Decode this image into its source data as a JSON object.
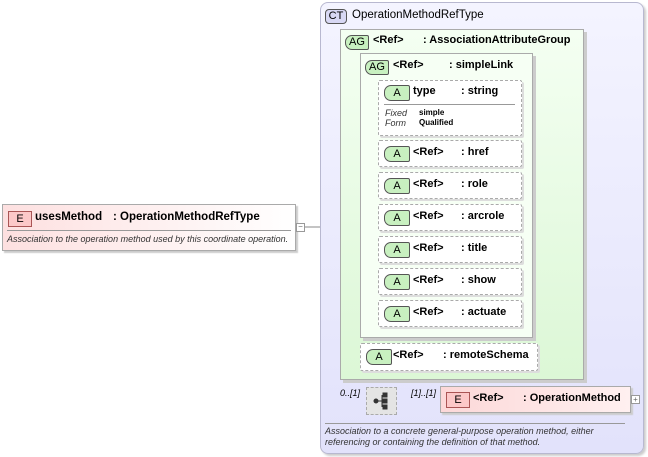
{
  "element": {
    "badge": "E",
    "name": "usesMethod",
    "type": ": OperationMethodRefType",
    "doc": "Association to the operation method used by this coordinate operation."
  },
  "complex_type": {
    "badge": "CT",
    "name": "OperationMethodRefType",
    "doc": "Association to a concrete general-purpose operation method, either referencing or containing the definition of that method."
  },
  "attr_group_outer": {
    "badge": "AG",
    "ref": "<Ref>",
    "name": ": AssociationAttributeGroup"
  },
  "attr_group_inner": {
    "badge": "AG",
    "ref": "<Ref>",
    "name": ": simpleLink"
  },
  "type_attr": {
    "badge": "A",
    "name": "type",
    "type": ": string",
    "fixed_label": "Fixed",
    "fixed_value": "simple",
    "form_label": "Form",
    "form_value": "Qualified"
  },
  "attributes": [
    {
      "badge": "A",
      "ref": "<Ref>",
      "name": ": href"
    },
    {
      "badge": "A",
      "ref": "<Ref>",
      "name": ": role"
    },
    {
      "badge": "A",
      "ref": "<Ref>",
      "name": ": arcrole"
    },
    {
      "badge": "A",
      "ref": "<Ref>",
      "name": ": title"
    },
    {
      "badge": "A",
      "ref": "<Ref>",
      "name": ": show"
    },
    {
      "badge": "A",
      "ref": "<Ref>",
      "name": ": actuate"
    }
  ],
  "remote_schema": {
    "badge": "A",
    "ref": "<Ref>",
    "name": ": remoteSchema"
  },
  "sequence": {
    "min_occurs": "0..[1]",
    "icon": "sequence-icon"
  },
  "child_element": {
    "occurs": "[1]..[1]",
    "badge": "E",
    "ref": "<Ref>",
    "name": ": OperationMethod"
  }
}
